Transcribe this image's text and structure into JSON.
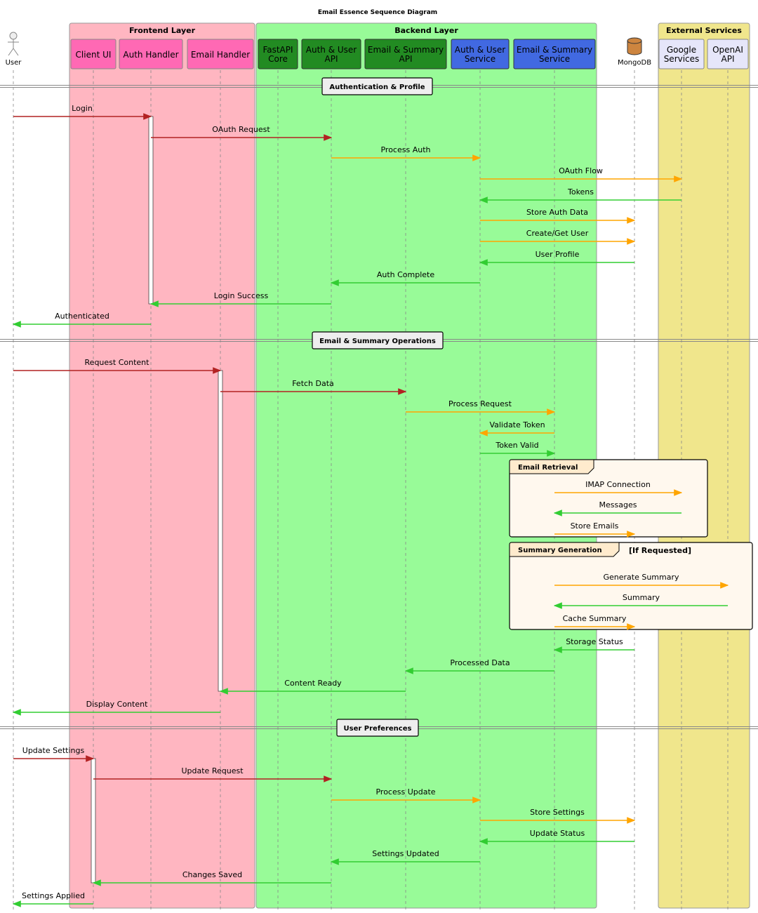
{
  "title": "Email Essence Sequence Diagram",
  "groups": [
    {
      "id": "frontend",
      "label": "Frontend Layer",
      "fill": "#FFB6C1"
    },
    {
      "id": "backend",
      "label": "Backend Layer",
      "fill": "#98FB98"
    },
    {
      "id": "external",
      "label": "External Services",
      "fill": "#F0E68C"
    }
  ],
  "participants": [
    {
      "id": "user",
      "label": [
        "User"
      ],
      "kind": "actor"
    },
    {
      "id": "client_ui",
      "label": [
        "Client UI"
      ],
      "kind": "box",
      "fill": "#FF69B4"
    },
    {
      "id": "auth_handler",
      "label": [
        "Auth Handler"
      ],
      "kind": "box",
      "fill": "#FF69B4"
    },
    {
      "id": "email_handler",
      "label": [
        "Email Handler"
      ],
      "kind": "box",
      "fill": "#FF69B4"
    },
    {
      "id": "fastapi_core",
      "label": [
        "FastAPI",
        "Core"
      ],
      "kind": "box",
      "fill": "#228B22"
    },
    {
      "id": "auth_user_api",
      "label": [
        "Auth & User",
        "API"
      ],
      "kind": "box",
      "fill": "#228B22"
    },
    {
      "id": "email_summary_api",
      "label": [
        "Email & Summary",
        "API"
      ],
      "kind": "box",
      "fill": "#228B22"
    },
    {
      "id": "auth_user_service",
      "label": [
        "Auth & User",
        "Service"
      ],
      "kind": "box",
      "fill": "#4169E1"
    },
    {
      "id": "email_summary_service",
      "label": [
        "Email & Summary",
        "Service"
      ],
      "kind": "box",
      "fill": "#4169E1"
    },
    {
      "id": "mongodb",
      "label": [
        "MongoDB"
      ],
      "kind": "database",
      "fill": "#CD853F"
    },
    {
      "id": "google",
      "label": [
        "Google",
        "Services"
      ],
      "kind": "box",
      "fill": "#E6E6FA"
    },
    {
      "id": "openai",
      "label": [
        "OpenAI",
        "API"
      ],
      "kind": "box",
      "fill": "#E6E6FA"
    }
  ],
  "colors": {
    "request": "#B22222",
    "internal": "#FFA500",
    "response": "#32CD32"
  },
  "sections": [
    {
      "label": "Authentication & Profile"
    },
    {
      "label": "Email & Summary Operations"
    },
    {
      "label": "User Preferences"
    }
  ],
  "fragments": [
    {
      "label": "Email Retrieval",
      "guard": ""
    },
    {
      "label": "Summary Generation",
      "guard": "[If Requested]"
    }
  ],
  "messages": [
    {
      "from": "user",
      "to": "auth_handler",
      "label": "Login",
      "kind": "request"
    },
    {
      "from": "auth_handler",
      "to": "auth_user_api",
      "label": "OAuth Request",
      "kind": "request"
    },
    {
      "from": "auth_user_api",
      "to": "auth_user_service",
      "label": "Process Auth",
      "kind": "internal"
    },
    {
      "from": "auth_user_service",
      "to": "google",
      "label": "OAuth Flow",
      "kind": "internal"
    },
    {
      "from": "google",
      "to": "auth_user_service",
      "label": "Tokens",
      "kind": "response"
    },
    {
      "from": "auth_user_service",
      "to": "mongodb",
      "label": "Store Auth Data",
      "kind": "internal"
    },
    {
      "from": "auth_user_service",
      "to": "mongodb",
      "label": "Create/Get User",
      "kind": "internal"
    },
    {
      "from": "mongodb",
      "to": "auth_user_service",
      "label": "User Profile",
      "kind": "response"
    },
    {
      "from": "auth_user_service",
      "to": "auth_user_api",
      "label": "Auth Complete",
      "kind": "response"
    },
    {
      "from": "auth_user_api",
      "to": "auth_handler",
      "label": "Login Success",
      "kind": "response"
    },
    {
      "from": "auth_handler",
      "to": "user",
      "label": "Authenticated",
      "kind": "response"
    },
    {
      "from": "user",
      "to": "email_handler",
      "label": "Request Content",
      "kind": "request"
    },
    {
      "from": "email_handler",
      "to": "email_summary_api",
      "label": "Fetch Data",
      "kind": "request"
    },
    {
      "from": "email_summary_api",
      "to": "email_summary_service",
      "label": "Process Request",
      "kind": "internal"
    },
    {
      "from": "email_summary_service",
      "to": "auth_user_service",
      "label": "Validate Token",
      "kind": "internal"
    },
    {
      "from": "auth_user_service",
      "to": "email_summary_service",
      "label": "Token Valid",
      "kind": "response"
    },
    {
      "from": "email_summary_service",
      "to": "google",
      "label": "IMAP Connection",
      "kind": "internal"
    },
    {
      "from": "google",
      "to": "email_summary_service",
      "label": "Messages",
      "kind": "response"
    },
    {
      "from": "email_summary_service",
      "to": "mongodb",
      "label": "Store Emails",
      "kind": "internal"
    },
    {
      "from": "email_summary_service",
      "to": "openai",
      "label": "Generate Summary",
      "kind": "internal"
    },
    {
      "from": "openai",
      "to": "email_summary_service",
      "label": "Summary",
      "kind": "response"
    },
    {
      "from": "email_summary_service",
      "to": "mongodb",
      "label": "Cache Summary",
      "kind": "internal"
    },
    {
      "from": "mongodb",
      "to": "email_summary_service",
      "label": "Storage Status",
      "kind": "response"
    },
    {
      "from": "email_summary_service",
      "to": "email_summary_api",
      "label": "Processed Data",
      "kind": "response"
    },
    {
      "from": "email_summary_api",
      "to": "email_handler",
      "label": "Content Ready",
      "kind": "response"
    },
    {
      "from": "email_handler",
      "to": "user",
      "label": "Display Content",
      "kind": "response"
    },
    {
      "from": "user",
      "to": "client_ui",
      "label": "Update Settings",
      "kind": "request"
    },
    {
      "from": "client_ui",
      "to": "auth_user_api",
      "label": "Update Request",
      "kind": "request"
    },
    {
      "from": "auth_user_api",
      "to": "auth_user_service",
      "label": "Process Update",
      "kind": "internal"
    },
    {
      "from": "auth_user_service",
      "to": "mongodb",
      "label": "Store Settings",
      "kind": "internal"
    },
    {
      "from": "mongodb",
      "to": "auth_user_service",
      "label": "Update Status",
      "kind": "response"
    },
    {
      "from": "auth_user_service",
      "to": "auth_user_api",
      "label": "Settings Updated",
      "kind": "response"
    },
    {
      "from": "auth_user_api",
      "to": "client_ui",
      "label": "Changes Saved",
      "kind": "response"
    },
    {
      "from": "client_ui",
      "to": "user",
      "label": "Settings Applied",
      "kind": "response"
    }
  ]
}
